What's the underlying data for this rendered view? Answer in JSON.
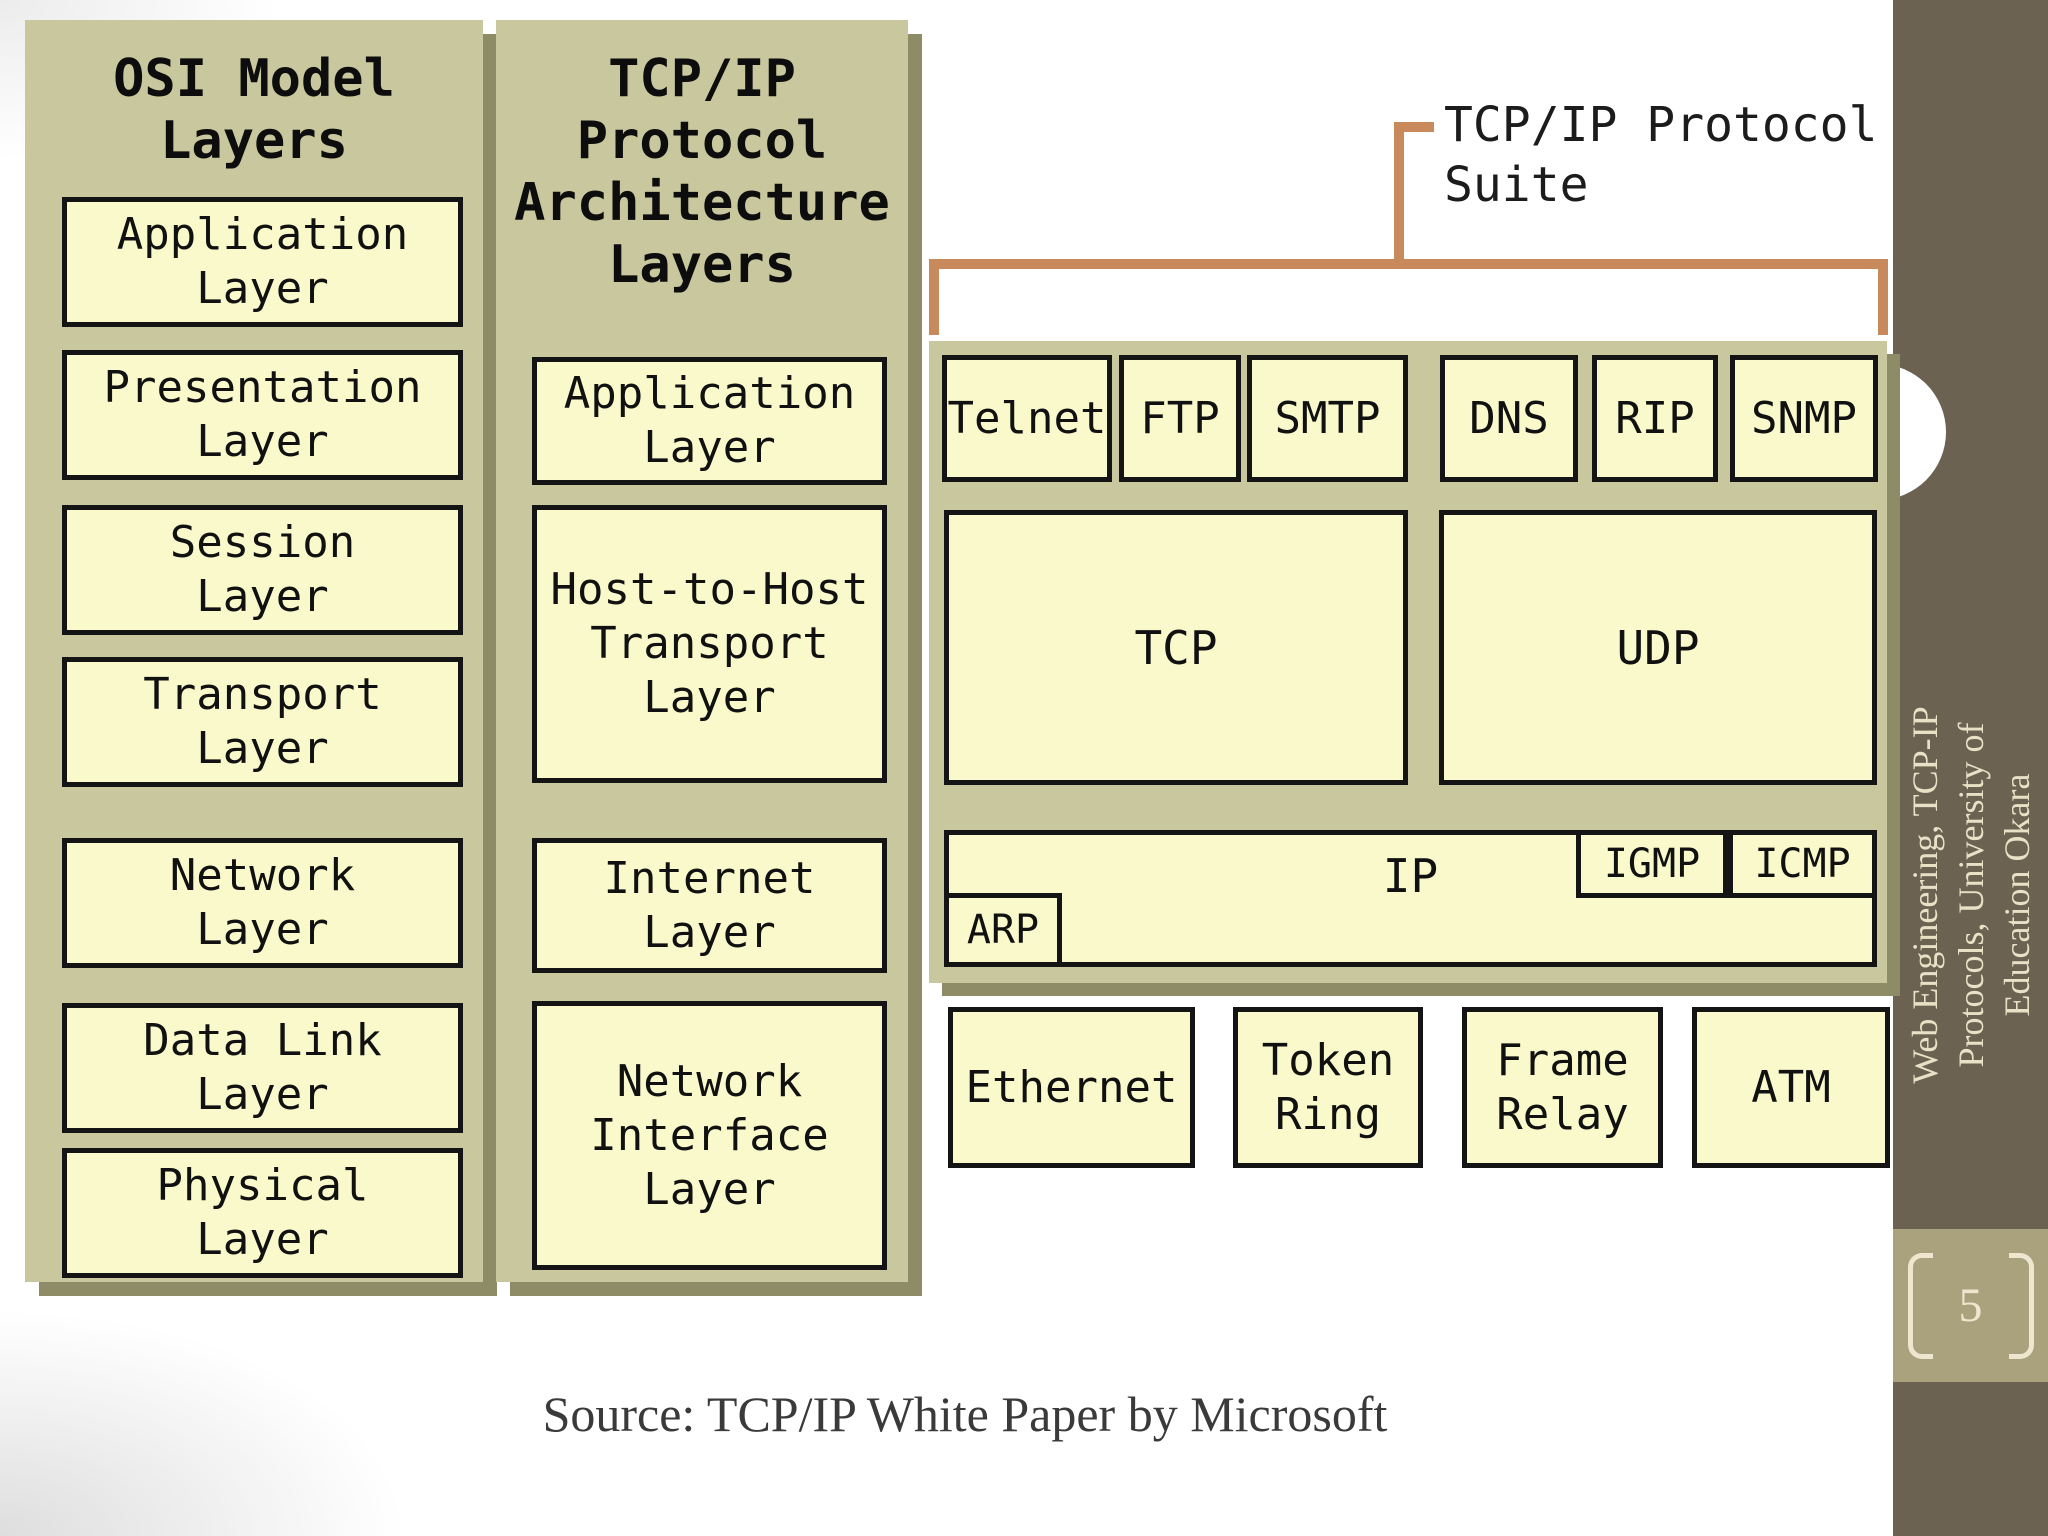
{
  "slide": {
    "page_number": "5",
    "source_note": "Source: TCP/IP White Paper by Microsoft",
    "sidebar_lines": [
      "Web Engineering, TCP-IP",
      "Protocols, University of",
      "Education Okara"
    ]
  },
  "osi_column": {
    "title": "OSI Model\nLayers",
    "layers": [
      {
        "label": "Application\nLayer"
      },
      {
        "label": "Presentation\nLayer"
      },
      {
        "label": "Session\nLayer"
      },
      {
        "label": "Transport\nLayer"
      },
      {
        "label": "Network\nLayer"
      },
      {
        "label": "Data Link\nLayer"
      },
      {
        "label": "Physical\nLayer"
      }
    ]
  },
  "tcpip_column": {
    "title": "TCP/IP\nProtocol\nArchitecture\nLayers",
    "layers": [
      {
        "label": "Application\nLayer"
      },
      {
        "label": "Host-to-Host\nTransport\nLayer"
      },
      {
        "label": "Internet\nLayer"
      },
      {
        "label": "Network\nInterface\nLayer"
      }
    ]
  },
  "suite": {
    "label": "TCP/IP Protocol\nSuite",
    "application_protocols": [
      "Telnet",
      "FTP",
      "SMTP",
      "DNS",
      "RIP",
      "SNMP"
    ],
    "transport_protocols": [
      "TCP",
      "UDP"
    ],
    "internet_protocols": [
      "IP",
      "IGMP",
      "ICMP",
      "ARP"
    ],
    "network_technologies": [
      "Ethernet",
      "Token\nRing",
      "Frame\nRelay",
      "ATM"
    ]
  },
  "colors": {
    "panel_olive": "#c9c79d",
    "panel_shadow": "#8e8c66",
    "box_yellow": "#f9f9cb",
    "box_border": "#141414",
    "bracket_orange": "#c98a5b",
    "sidebar_brown": "#6b6252",
    "badge_khaki": "#a9a27c",
    "sidebar_text_cream": "#e9e0c5",
    "source_text": "#3a3a3a"
  }
}
